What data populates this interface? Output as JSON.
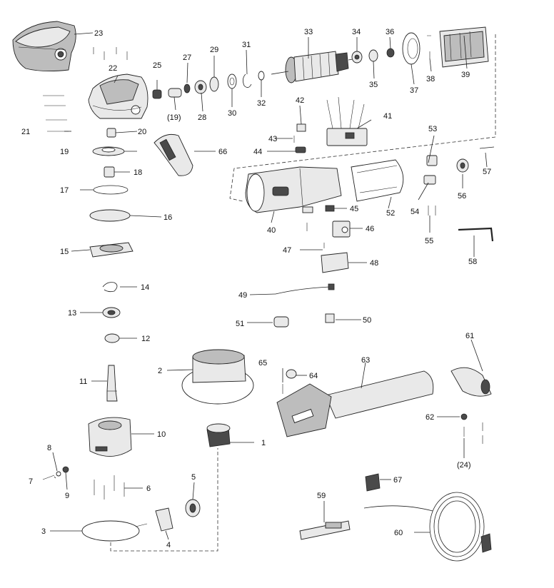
{
  "callouts": {
    "n1": "1",
    "n2": "2",
    "n3": "3",
    "n4": "4",
    "n5": "5",
    "n6": "6",
    "n7": "7",
    "n8": "8",
    "n9": "9",
    "n10": "10",
    "n11": "11",
    "n12": "12",
    "n13": "13",
    "n14": "14",
    "n15": "15",
    "n16": "16",
    "n17": "17",
    "n18": "18",
    "n19": "19",
    "n19p": "(19)",
    "n20": "20",
    "n21": "21",
    "n22": "22",
    "n23": "23",
    "n24p": "(24)",
    "n25": "25",
    "n27": "27",
    "n28": "28",
    "n29": "29",
    "n30": "30",
    "n31": "31",
    "n32": "32",
    "n33": "33",
    "n34": "34",
    "n35": "35",
    "n36": "36",
    "n37": "37",
    "n38": "38",
    "n39": "39",
    "n40": "40",
    "n41": "41",
    "n42": "42",
    "n43": "43",
    "n44": "44",
    "n45": "45",
    "n46": "46",
    "n47": "47",
    "n48": "48",
    "n49": "49",
    "n50": "50",
    "n51": "51",
    "n52": "52",
    "n53": "53",
    "n54": "54",
    "n55": "55",
    "n56": "56",
    "n57": "57",
    "n58": "58",
    "n59": "59",
    "n60": "60",
    "n61": "61",
    "n62": "62",
    "n63": "63",
    "n64": "64",
    "n65": "65",
    "n66": "66",
    "n67": "67"
  }
}
